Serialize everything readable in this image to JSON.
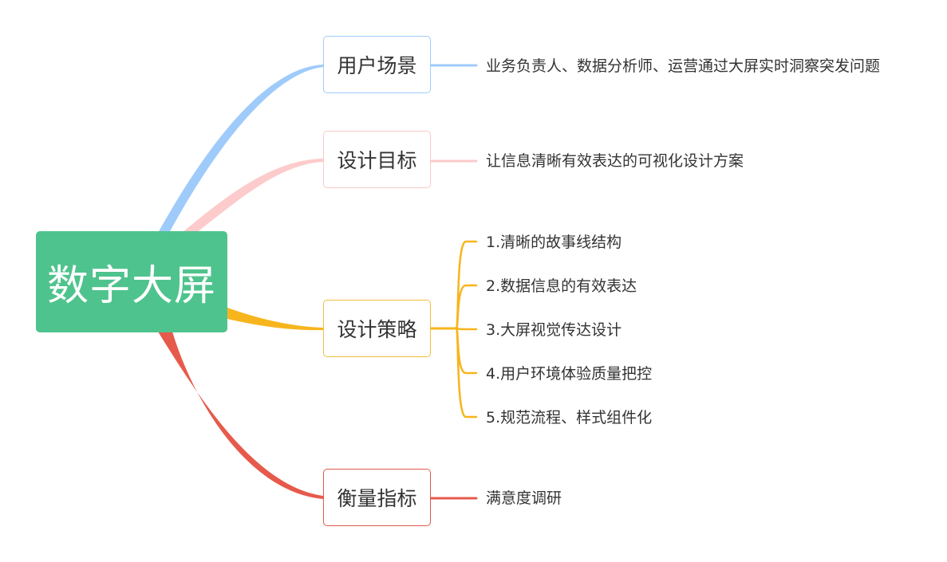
{
  "root": {
    "label": "数字大屏",
    "color": "#4fc38d"
  },
  "branches": [
    {
      "label": "用户场景",
      "color": "#9fcbfb",
      "border": "#9fcbfb",
      "leaves": [
        "业务负责人、数据分析师、运营通过大屏实时洞察突发问题"
      ]
    },
    {
      "label": "设计目标",
      "color": "#fdcbcb",
      "border": "#f9c9c9",
      "leaves": [
        "让信息清晰有效表达的可视化设计方案"
      ]
    },
    {
      "label": "设计策略",
      "color": "#f7b51d",
      "border": "#f2bd3d",
      "leaves": [
        "1.清晰的故事线结构",
        "2.数据信息的有效表达",
        "3.大屏视觉传达设计",
        "4.用户环境体验质量把控",
        "5.规范流程、样式组件化"
      ]
    },
    {
      "label": "衡量指标",
      "color": "#e65a4c",
      "border": "#e05a4c",
      "leaves": [
        "满意度调研"
      ]
    }
  ]
}
